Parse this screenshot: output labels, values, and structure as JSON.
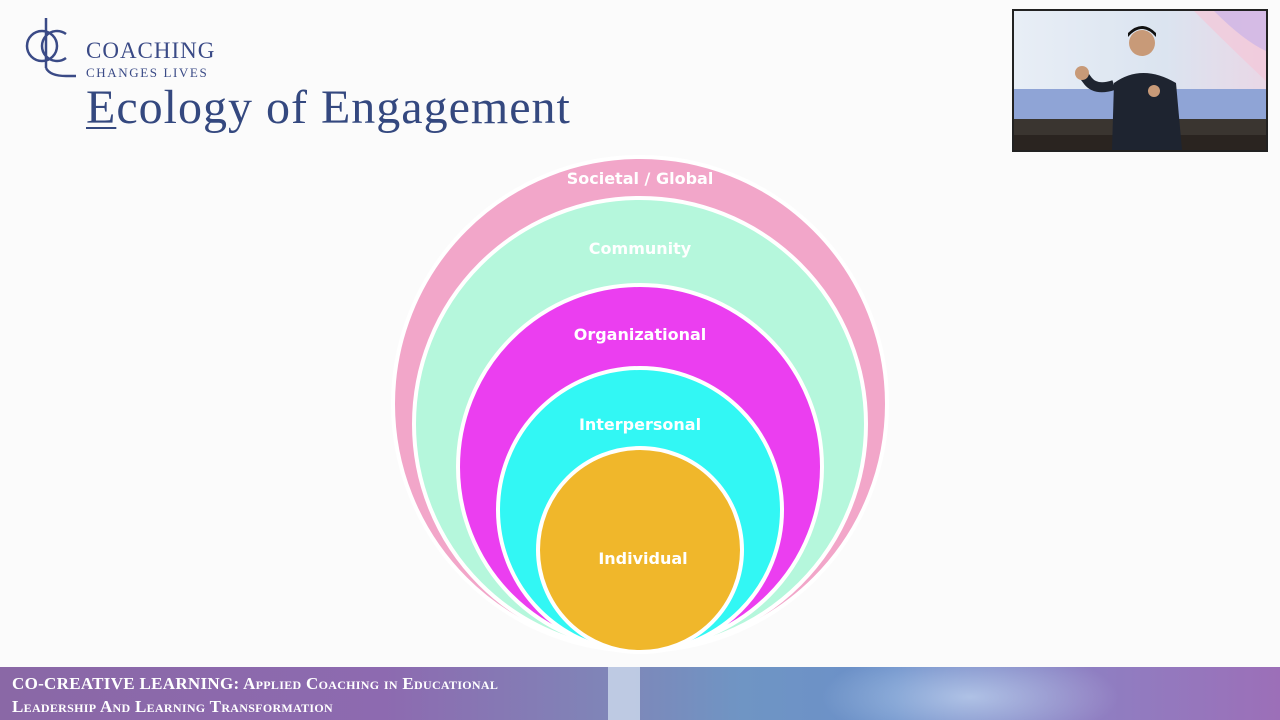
{
  "logo": {
    "line1": "COACHING",
    "line2": "CHANGES LIVES",
    "color": "#3a4a86"
  },
  "title": {
    "first_letter": "E",
    "rest": "cology of  Engagement",
    "color": "#34487f"
  },
  "diagram": {
    "layers": [
      {
        "label": "Societal / Global",
        "color": "#f2a6c9"
      },
      {
        "label": "Community",
        "color": "#b5f7dc"
      },
      {
        "label": "Organizational",
        "color": "#eb3ef0"
      },
      {
        "label": "Interpersonal",
        "color": "#32f7f4"
      },
      {
        "label": "Individual",
        "color": "#f0b72b"
      }
    ]
  },
  "speaker_video": {
    "icon": "presenter-video-feed"
  },
  "banner": {
    "line1": "CO-CREATIVE LEARNING: Applied Coaching in Educational",
    "line2": "Leadership And Learning Transformation"
  }
}
